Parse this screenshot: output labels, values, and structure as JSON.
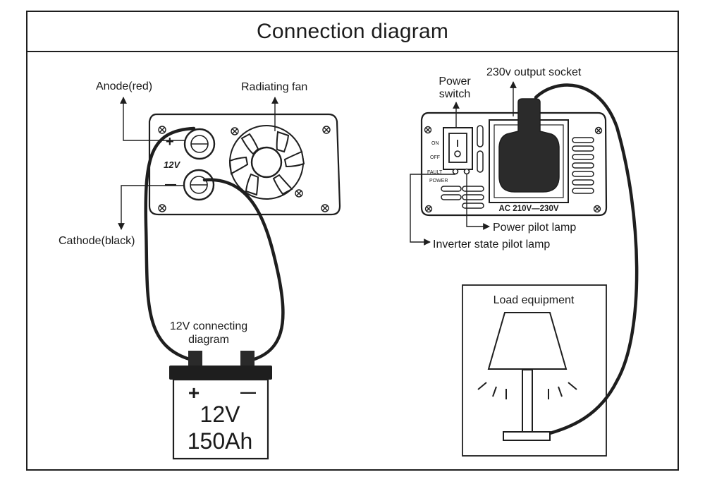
{
  "title": "Connection diagram",
  "labels": {
    "anode": "Anode(red)",
    "radiating_fan": "Radiating fan",
    "cathode": "Cathode(black)",
    "battery_caption_line1": "12V connecting",
    "battery_caption_line2": "diagram",
    "panel_12v": "12V",
    "panel_plus": "+",
    "panel_minus": "—",
    "battery_plus": "+",
    "battery_minus": "—",
    "battery_voltage": "12V",
    "battery_capacity": "150Ah",
    "power_switch_line1": "Power",
    "power_switch_line2": "switch",
    "output_socket": "230v output socket",
    "switch_on": "ON",
    "switch_off": "OFF",
    "fault": "FAULT",
    "power": "POWER",
    "ac_rating": "AC 210V—230V",
    "power_pilot_lamp": "Power pilot lamp",
    "inverter_state_pilot_lamp": "Inverter state pilot lamp",
    "load_equipment": "Load equipment"
  },
  "colors": {
    "line": "#1e1e1e",
    "socket_fill": "#2b2b2b",
    "panel_fill": "#ffffff"
  }
}
